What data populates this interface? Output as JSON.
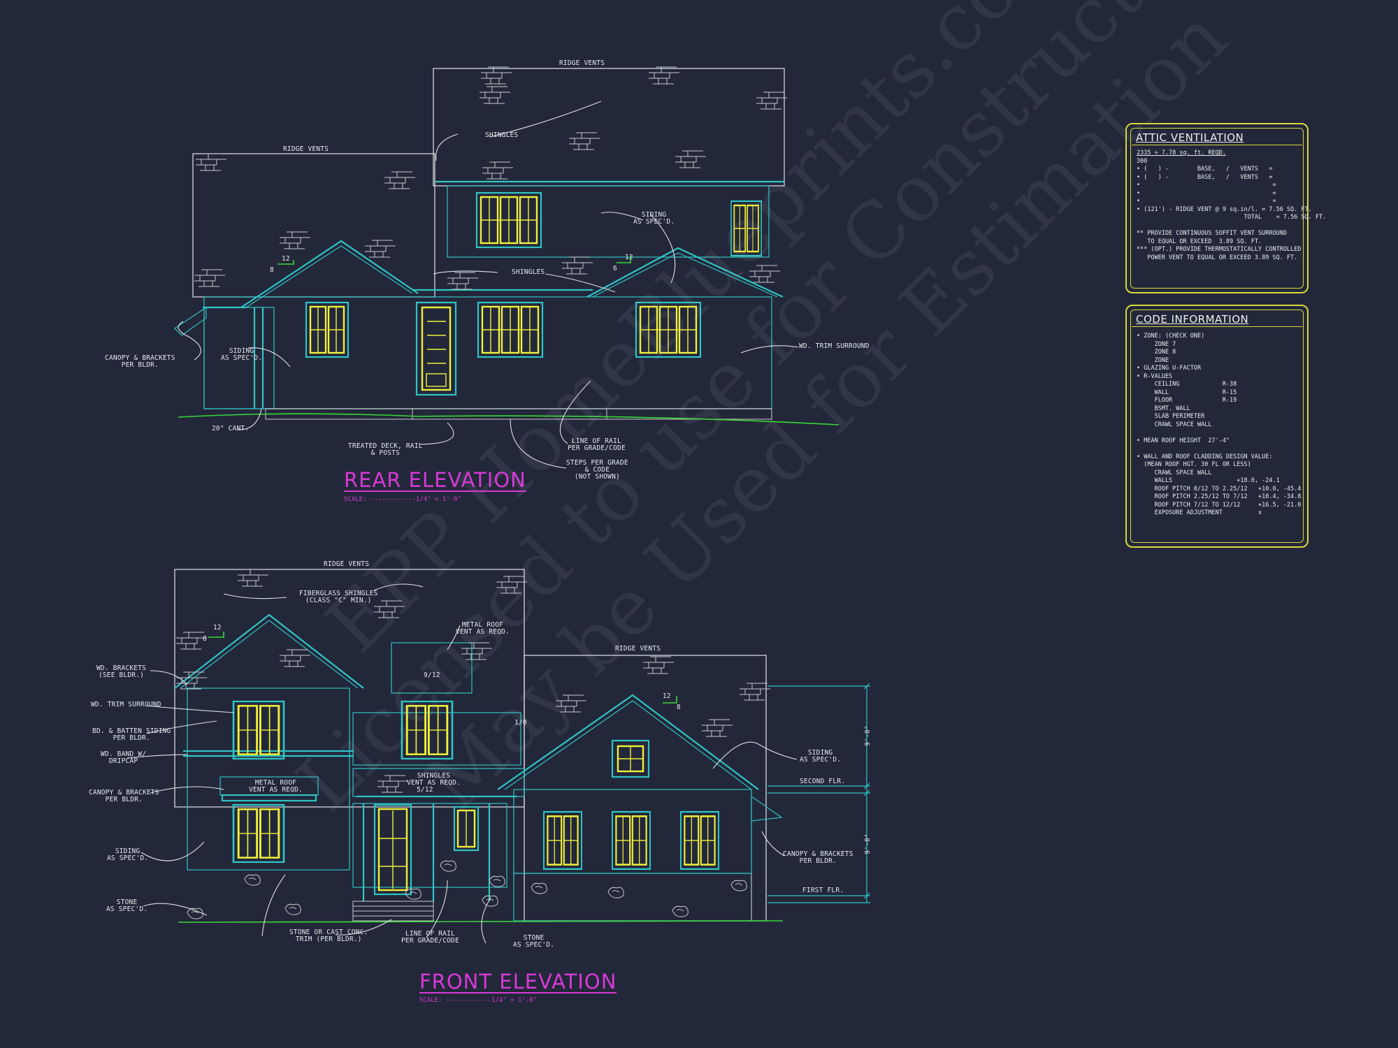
{
  "rear": {
    "title": "REAR ELEVATION",
    "scale": "SCALE: ------------1/4\" = 1'-0\"",
    "ridge_vents_top": "RIDGE VENTS",
    "ridge_vents_left": "RIDGE VENTS",
    "shingles_1": "SHINGLES",
    "shingles_2": "SHINGLES",
    "siding_right": "SIDING\nAS SPEC'D.",
    "siding_left": "SIDING\nAS SPEC'D.",
    "canopy": "CANOPY & BRACKETS\nPER BLDR.",
    "trim": "WD. TRIM SURROUND",
    "cant": "20\" CANT.",
    "deck": "TREATED DECK, RAIL\n& POSTS",
    "rail": "LINE OF RAIL\nPER GRADE/CODE",
    "steps": "STEPS PER GRADE\n& CODE\n(NOT SHOWN)",
    "pitch_a": "12",
    "pitch_b": "8",
    "pitch_c": "12",
    "pitch_d": "6"
  },
  "front": {
    "title": "FRONT ELEVATION",
    "scale": "SCALE: ------------1/4\" = 1'-0\"",
    "ridge_vents_left": "RIDGE VENTS",
    "ridge_vents_right": "RIDGE VENTS",
    "fiberglass": "FIBERGLASS SHINGLES\n(CLASS \"C\" MIN.)",
    "metal_roof_top": "METAL ROOF\nVENT AS REQD.",
    "brackets": "WD. BRACKETS\n(SEE BLDR.)",
    "trim": "WD. TRIM SURROUND",
    "batten": "BD. & BATTEN SIDING\nPER BLDR.",
    "band": "WD. BAND W/\nDRIPCAP",
    "metal_roof_mid": "METAL ROOF\nVENT AS REQD.",
    "shingles_mid": "SHINGLES\nVENT AS REQD.",
    "canopy_left": "CANOPY & BRACKETS\nPER BLDR.",
    "siding_left": "SIDING\nAS SPEC'D.",
    "stone_left": "STONE\nAS SPEC'D.",
    "stone_cast": "STONE OR CAST CONC.\nTRIM (PER BLDR.)",
    "rail": "LINE OF RAIL\nPER GRADE/CODE",
    "stone_mid": "STONE\nAS SPEC'D.",
    "siding_right": "SIDING\nAS SPEC'D.",
    "canopy_right": "CANOPY & BRACKETS\nPER BLDR.",
    "second_flr": "SECOND FLR.",
    "first_flr": "FIRST FLR.",
    "dim_upper": "9'-0\"",
    "dim_lower": "9'-0\"",
    "pitch_a": "12",
    "pitch_b": "8",
    "pitch_c": "12",
    "pitch_d": "8",
    "pitch_e": "9/12",
    "pitch_f": "5/12",
    "pitch_g": "1/0"
  },
  "attic": {
    "title": "ATTIC VENTILATION",
    "lines": [
      "2335 ÷ 7.78 sq. ft. REQD.",
      "300",
      "• (   ) -        BASE,   /   VENTS   =",
      "• (   ) -        BASE,   /   VENTS   =",
      "•                                     =",
      "•                                     =",
      "•                                     =",
      "• (121') - RIDGE VENT @ 9 sq.in/l. = 7.56 SQ. FT.",
      "                              TOTAL    = 7.56 SQ. FT.",
      "",
      "** PROVIDE CONTINUOUS SOFFIT VENT SURROUND",
      "   TO EQUAL OR EXCEED  3.89 SQ. FT.",
      "*** (OPT.) PROVIDE THERMOSTATICALLY CONTROLLED",
      "   POWER VENT TO EQUAL OR EXCEED 3.89 SQ. FT."
    ]
  },
  "code": {
    "title": "CODE INFORMATION",
    "lines": [
      "• ZONE: (CHECK ONE)",
      "     ZONE 7",
      "     ZONE 8",
      "     ZONE",
      "• GLAZING U-FACTOR",
      "• R-VALUES",
      "     CEILING            R-38",
      "     WALL               R-15",
      "     FLOOR              R-19",
      "     BSMT. WALL",
      "     SLAB PERIMETER",
      "     CRAWL SPACE WALL",
      "",
      "• MEAN ROOF HEIGHT  27'-4\"",
      "",
      "• WALL AND ROOF CLADDING DESIGN VALUE:",
      "  (MEAN ROOF HGT. 30 FL OR LESS)",
      "     CRAWL SPACE WALL",
      "     WALLS                  +18.0, -24.1",
      "     ROOF PITCH 0/12 TO 2.25/12   +10.0, -45.4",
      "     ROOF PITCH 2.25/12 TO 7/12   +10.4, -34.8",
      "     ROOF PITCH 7/12 TO 12/12     +16.5, -21.0",
      "     EXPOSURE ADJUSTMENT          x"
    ]
  },
  "watermark": "EPP HomeBlueprints.com\nLicensed to use for Construction\nMay be Used for Estimation"
}
